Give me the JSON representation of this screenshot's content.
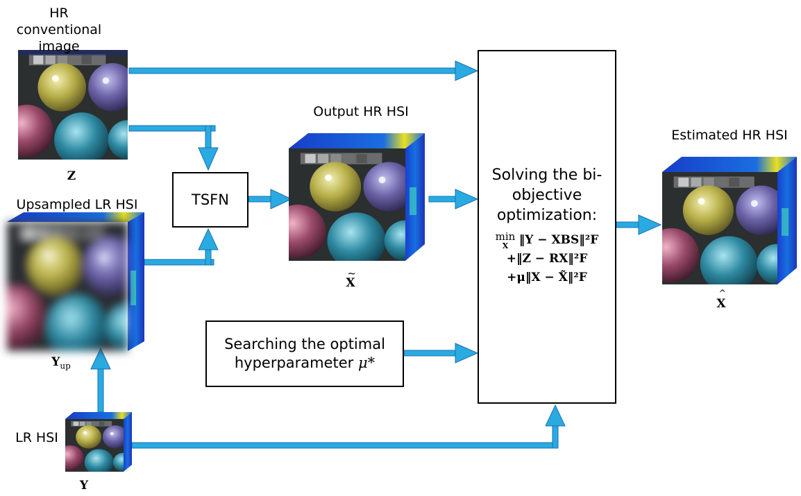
{
  "labels": {
    "hr_conventional": "HR conventional image",
    "upsampled_lr_hsi": "Upsampled LR HSI",
    "lr_hsi": "LR HSI",
    "output_hr_hsi": "Output HR HSI",
    "estimated_hr_hsi": "Estimated HR HSI"
  },
  "symbols": {
    "z": "Z",
    "y_up": "Y",
    "y_up_sub": "up",
    "y": "Y",
    "x_tilde": "X",
    "x_hat": "X"
  },
  "boxes": {
    "tsfn": "TSFN",
    "search_line1": "Searching the optimal",
    "search_line2": "hyperparameter",
    "search_mu": "μ*",
    "solve_title": "Solving the bi-objective optimization:",
    "eq1": "min‖Y − XBS‖²F",
    "eq1_sub": "X",
    "eq2": "+‖Z − RX‖²F",
    "eq3": "+μ‖X − X̃‖²F"
  },
  "colors": {
    "arrow": "#29abe2",
    "arrow_edge": "#1b6fb0"
  }
}
